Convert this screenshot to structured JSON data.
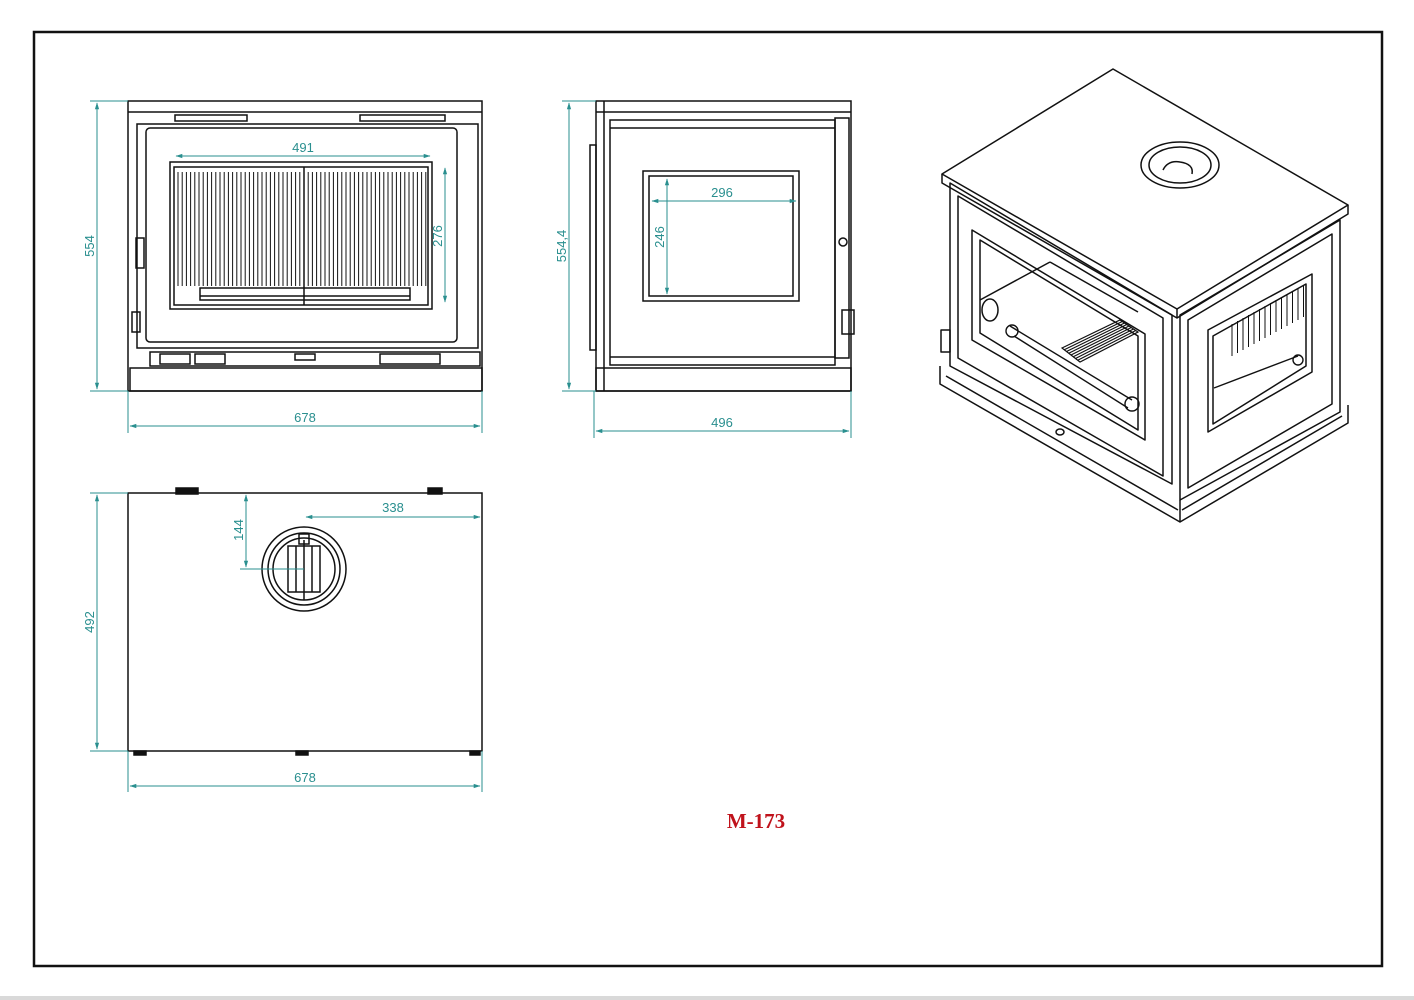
{
  "drawing": {
    "model_label": "M-173",
    "colors": {
      "line": "#111111",
      "dimension": "#2a8f8f",
      "model_label": "#c0121b",
      "bottom_strip": "#d9d9d9"
    }
  },
  "front_view": {
    "height_label": "554",
    "width_label": "678",
    "glass_width_label": "491",
    "glass_height_label": "276"
  },
  "side_view": {
    "height_label": "554,4",
    "depth_label": "496",
    "window_width_label": "296",
    "window_height_label": "246"
  },
  "top_view": {
    "depth_label": "492",
    "width_label": "678",
    "flue_offset_x_label": "338",
    "flue_offset_y_label": "144"
  },
  "isometric_view": {
    "icons": [
      "flue-collar-icon",
      "fire-grate-icon",
      "log-retainer-icon"
    ]
  }
}
